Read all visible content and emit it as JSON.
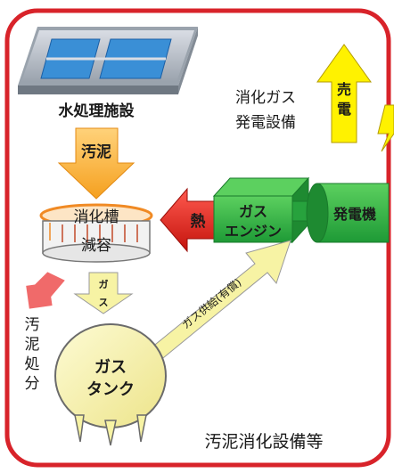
{
  "labels": {
    "water_treatment": "水処理施設",
    "sludge": "汚泥",
    "digestion_tank": "消化槽",
    "volume_reduction": "減容",
    "gas_small_1": "ガ",
    "gas_small_2": "ス",
    "sludge_disposal_1": "汚",
    "sludge_disposal_2": "泥",
    "sludge_disposal_3": "処",
    "sludge_disposal_4": "分",
    "heat": "熱",
    "gas_engine_1": "ガス",
    "gas_engine_2": "エンジン",
    "generator": "発電機",
    "power_sale_1": "売",
    "power_sale_2": "電",
    "digestion_gas_power_1": "消化ガス",
    "digestion_gas_power_2": "発電設備",
    "gas_supply": "ガス供給(有償)",
    "gas_tank_1": "ガス",
    "gas_tank_2": "タンク",
    "facility_name": "汚泥消化設備等"
  },
  "colors": {
    "frame": "#d8232a",
    "solar_blue": "#3a8fd6",
    "sludge_arrow": "#f5a623",
    "digest_orange": "#f08a24",
    "heat_red": "#e2231a",
    "engine_green": "#35b34a",
    "sale_yellow": "#fff200",
    "pale_yellow": "#f7f3a4",
    "disposal_pink": "#f06a6a"
  }
}
